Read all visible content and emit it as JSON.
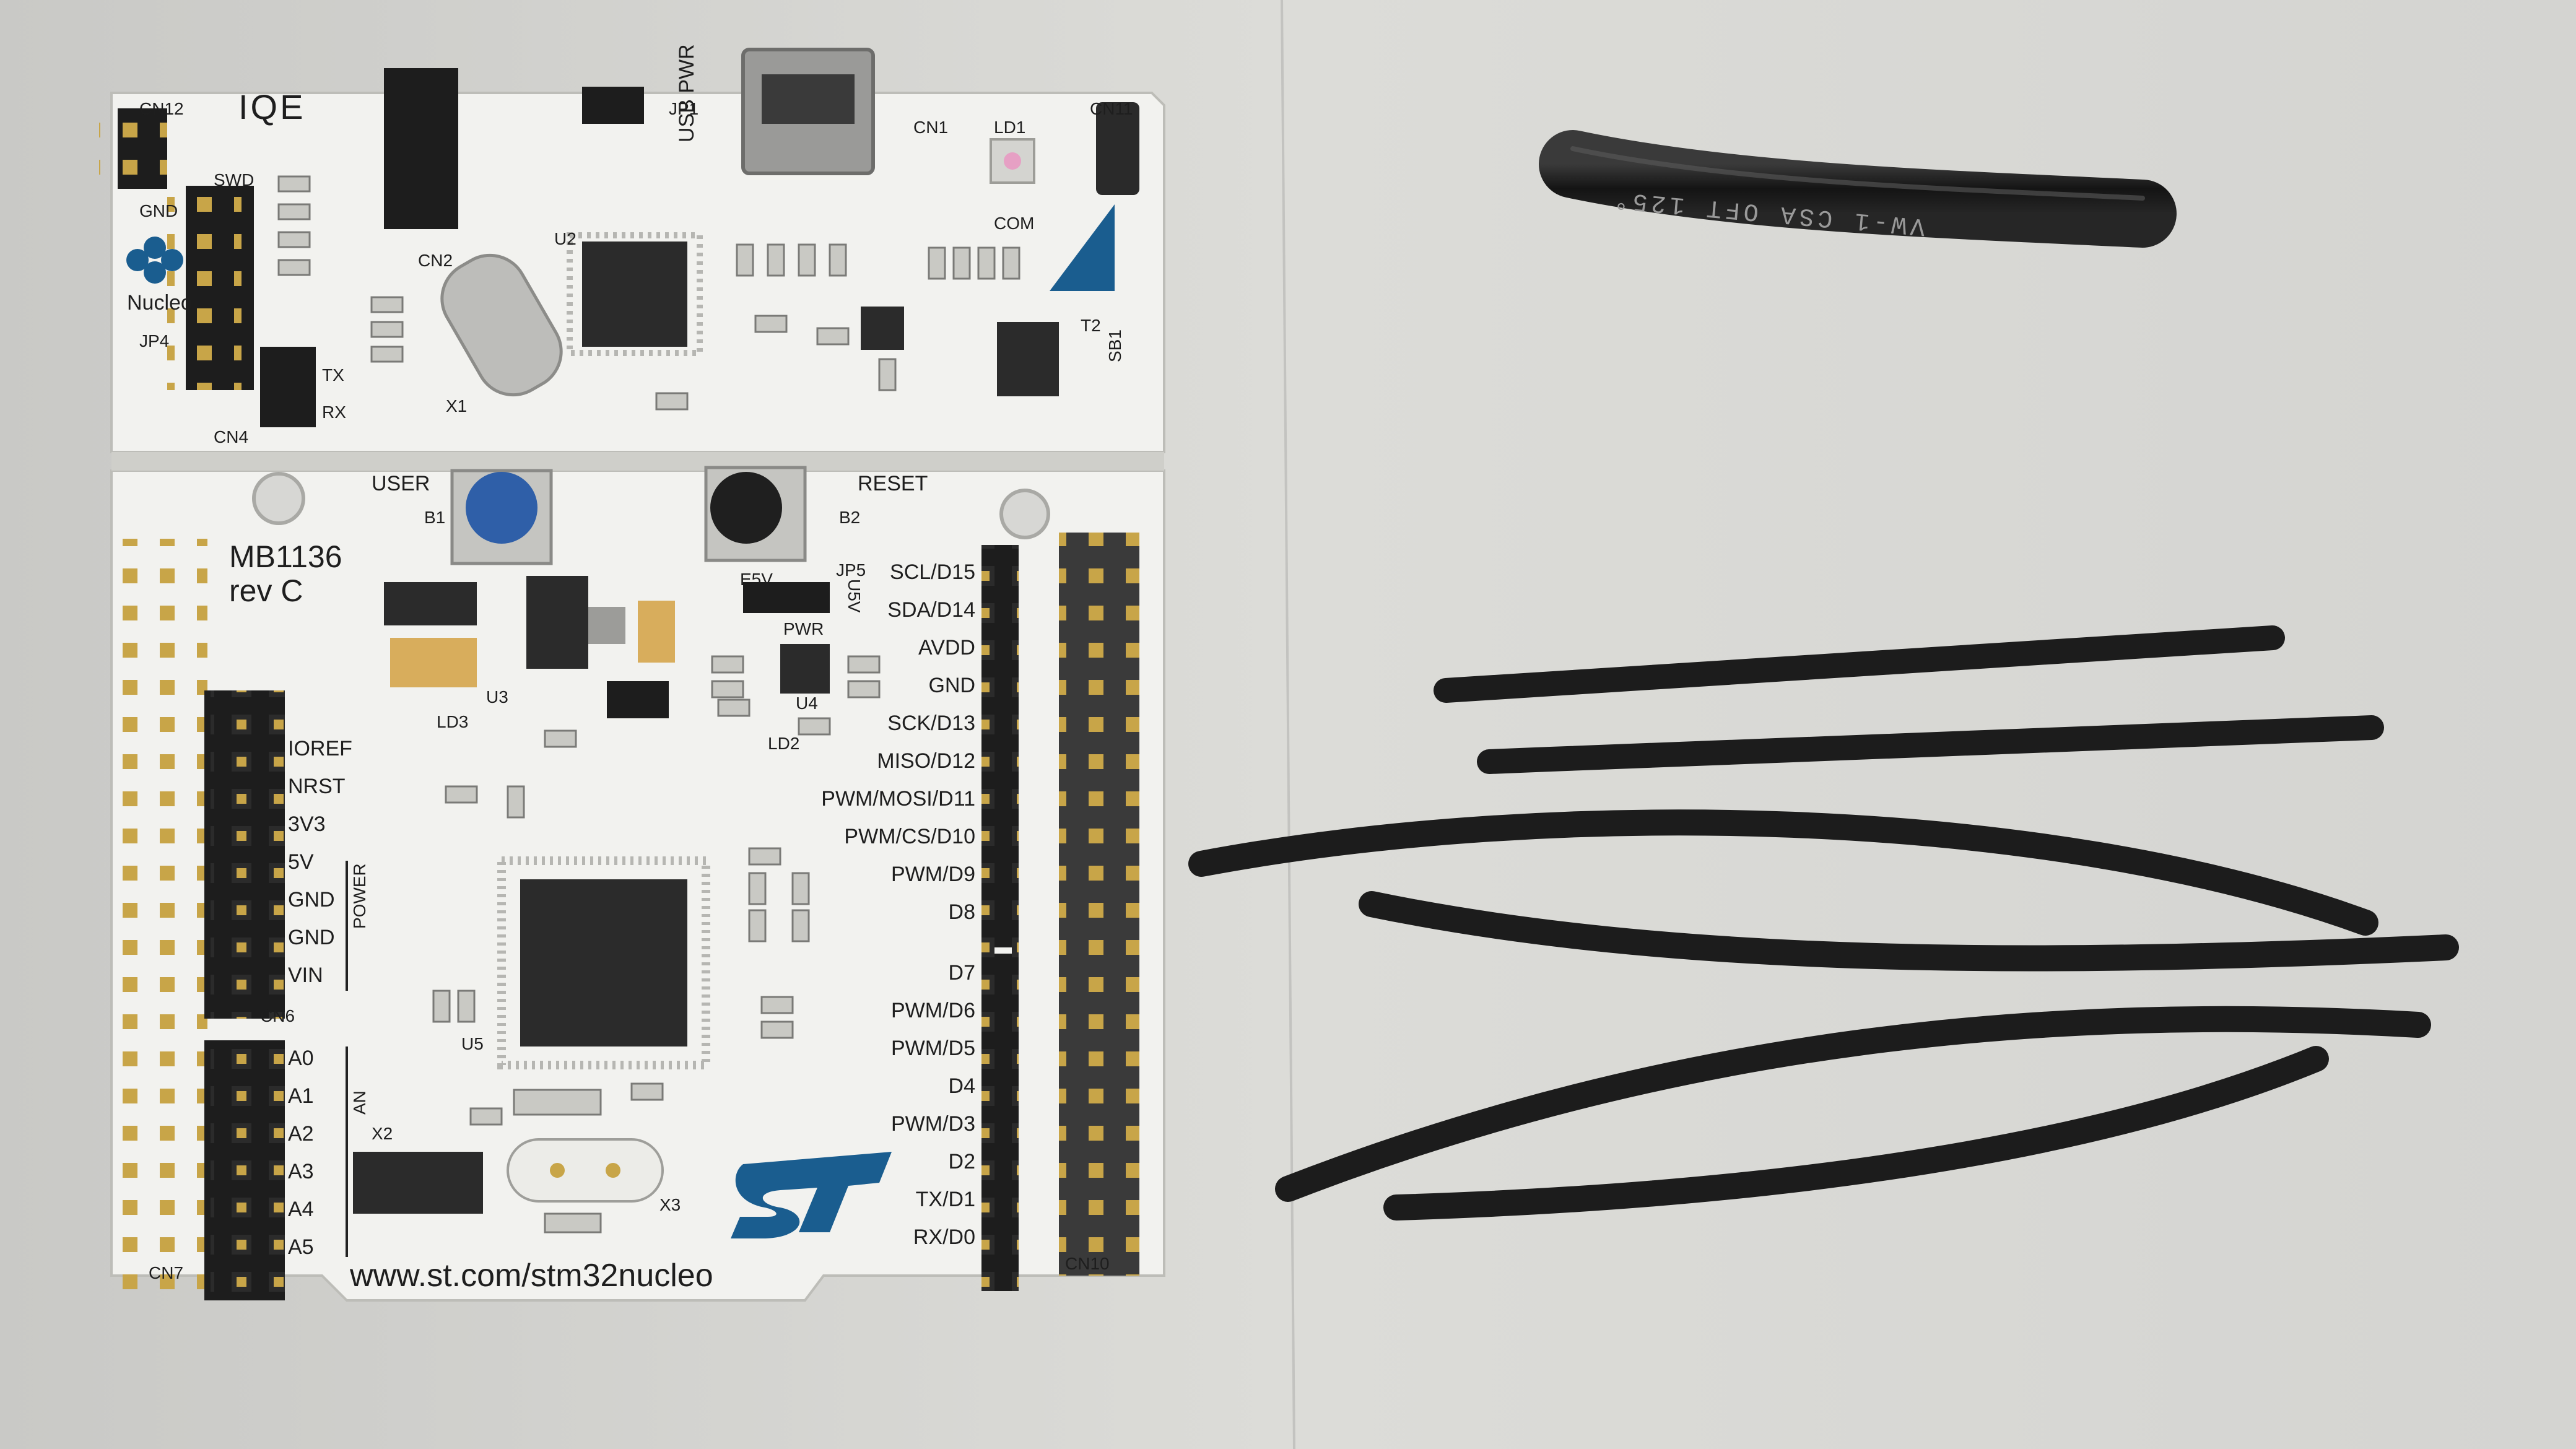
{
  "board": {
    "title": "IQE",
    "model": "MB1136",
    "revision": "rev C",
    "website": "www.st.com/stm32nucleo",
    "brand": "ST",
    "usb_label": "USB PWR",
    "buttons": {
      "user": "USER",
      "reset": "RESET"
    },
    "header_labels_right": [
      "SCL/D15",
      "SDA/D14",
      "AVDD",
      "GND",
      "SCK/D13",
      "MISO/D12",
      "PWM/MOSI/D11",
      "PWM/CS/D10",
      "PWM/D9",
      "D8",
      "D7",
      "PWM/D6",
      "PWM/D5",
      "D4",
      "PWM/D3",
      "D2",
      "TX/D1",
      "RX/D0"
    ],
    "header_labels_left": [
      "IOREF",
      "NRST",
      "3V3",
      "5V",
      "GND",
      "GND",
      "VIN",
      "A0",
      "A1",
      "A2",
      "A3",
      "A4",
      "A5"
    ],
    "connectors": [
      "CN12",
      "CN11",
      "CN1",
      "CN2",
      "CN4",
      "CN6",
      "CN10",
      "CN7",
      "JP1",
      "JP4",
      "JP5",
      "SWD"
    ],
    "misc_labels": [
      "Nucleo",
      "GND",
      "TX",
      "RX",
      "POWER",
      "AN",
      "E5V",
      "U5V",
      "PWR",
      "COM",
      "LD1",
      "LD2",
      "LD3",
      "X1",
      "X2",
      "X3",
      "U2",
      "U3",
      "U4",
      "U5",
      "T2",
      "B1",
      "B2",
      "SB1"
    ],
    "colors": {
      "pcb": "#f2f2ef",
      "header": "#1d1d1d",
      "pins": "#c8a548",
      "st_blue": "#1a5d8f",
      "tube": "#1c1c1c"
    }
  },
  "tube_print": "VW-1 CSA OFT 125°"
}
